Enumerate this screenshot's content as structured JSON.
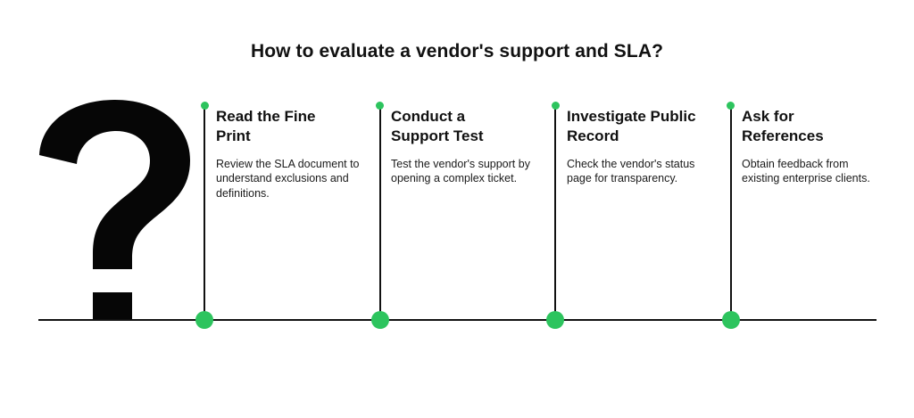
{
  "title": "How to evaluate a vendor's support and SLA?",
  "colors": {
    "accent": "#2DC45E",
    "line": "#111111",
    "text": "#111111"
  },
  "icons": {
    "hero": "question-mark-icon"
  },
  "steps": [
    {
      "heading": "Read the Fine Print",
      "description": "Review the SLA document to understand exclusions and definitions."
    },
    {
      "heading": "Conduct a Support Test",
      "description": "Test the vendor's support by opening a complex ticket."
    },
    {
      "heading": "Investigate Public Record",
      "description": "Check the vendor's status page for transparency."
    },
    {
      "heading": "Ask for References",
      "description": "Obtain feedback from existing enterprise clients."
    }
  ]
}
